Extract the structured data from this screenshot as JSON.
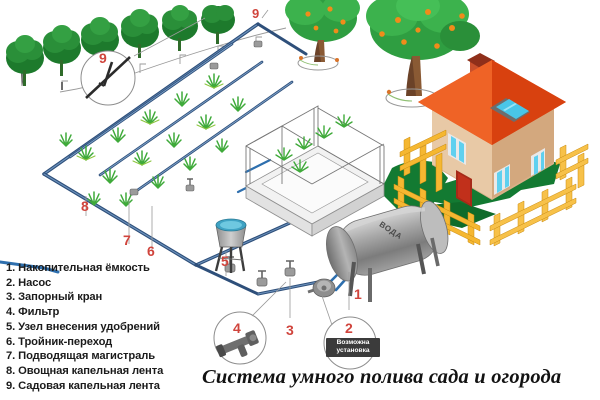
{
  "title": "Система умного полива сада и огорода",
  "legend": {
    "items": [
      "1. Накопительная ёмкость",
      "2. Насос",
      "3. Запорный кран",
      "4. Фильтр",
      "5. Узел внесения удобрений",
      "6. Тройник-переход",
      "7. Подводящая магистраль",
      "8. Овощная капельная лента",
      "9. Садовая капельная лента"
    ]
  },
  "callouts": {
    "tank_number": "1",
    "pump_number": "2",
    "valve_number": "3",
    "filter_number": "4",
    "fertilizer_number": "5",
    "tee_number": "6",
    "main_line_number": "7",
    "veg_tape_number": "8",
    "garden_tape_number": "9",
    "garden_tape_number_top": "9",
    "pump_bubble_line1": "Возможна",
    "pump_bubble_line2": "установка"
  },
  "labels": {
    "tank_text": "ВОДА"
  },
  "colors": {
    "pipe": "#2e4f7a",
    "pipe_light": "#3f6ea8",
    "callout_red": "#d0443c",
    "roof": "#e8521f",
    "wall": "#e3bc95",
    "fence": "#f5b731",
    "grass": "#137a32",
    "tree_foliage": "#2f9e41",
    "tree_dark": "#1d7a2c",
    "fruit": "#f08c1a",
    "tank_metal": "#9a9a9a",
    "title_color": "#121212"
  }
}
